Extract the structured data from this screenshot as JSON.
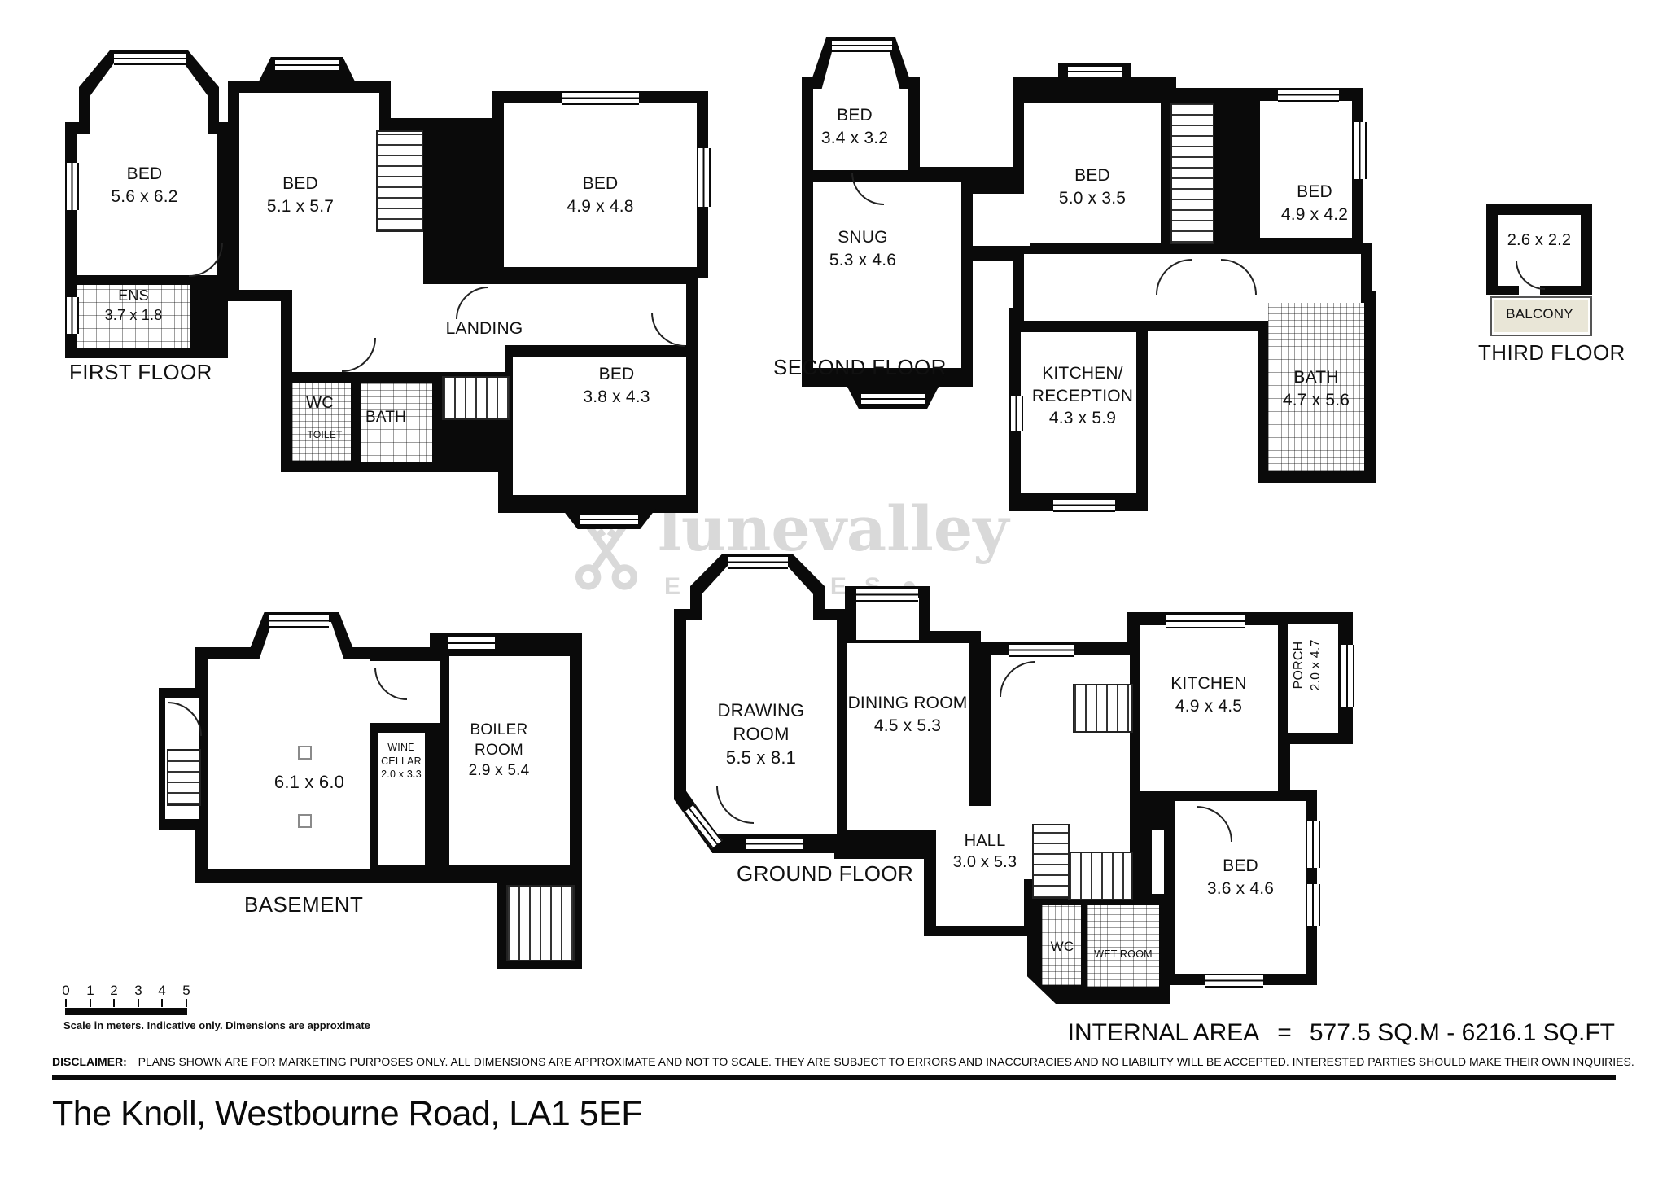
{
  "property": {
    "title": "The Knoll, Westbourne Road, LA1 5EF",
    "internal_area_label": "INTERNAL AREA",
    "internal_area_equals": "=",
    "internal_area_value": "577.5 SQ.M - 6216.1 SQ.FT"
  },
  "watermark": {
    "name": "lunevalley",
    "subtitle": "ESTATES",
    "icon": "crossed-keys"
  },
  "scale_bar": {
    "ticks": [
      "0",
      "1",
      "2",
      "3",
      "4",
      "5"
    ],
    "caption": "Scale in meters. Indicative only. Dimensions are approximate"
  },
  "disclaimer": {
    "label": "DISCLAIMER:",
    "text": "PLANS SHOWN ARE FOR MARKETING PURPOSES ONLY. ALL DIMENSIONS ARE APPROXIMATE AND NOT TO SCALE. THEY ARE SUBJECT TO ERRORS AND INACCURACIES AND NO LIABILITY WILL BE ACCEPTED. INTERESTED PARTIES SHOULD MAKE THEIR OWN INQUIRIES."
  },
  "floors": {
    "first": {
      "label": "FIRST FLOOR",
      "rooms": {
        "bed1": {
          "lines": [
            "BED",
            "5.6 x 6.2"
          ]
        },
        "bed2": {
          "lines": [
            "BED",
            "5.1 x 5.7"
          ]
        },
        "bed3": {
          "lines": [
            "BED",
            "4.9 x 4.8"
          ]
        },
        "bed4": {
          "lines": [
            "BED",
            "3.8 x 4.3"
          ]
        },
        "ens": {
          "lines": [
            "ENS",
            "3.7 x 1.8"
          ]
        },
        "landing": {
          "lines": [
            "LANDING"
          ]
        },
        "wc": {
          "lines": [
            "WC"
          ]
        },
        "toilet": {
          "lines": [
            "TOILET"
          ]
        },
        "bath": {
          "lines": [
            "BATH"
          ]
        }
      }
    },
    "second": {
      "label": "SECOND FLOOR",
      "rooms": {
        "bed1": {
          "lines": [
            "BED",
            "3.4 x 3.2"
          ]
        },
        "snug": {
          "lines": [
            "SNUG",
            "5.3 x 4.6"
          ]
        },
        "bed2": {
          "lines": [
            "BED",
            "5.0 x 3.5"
          ]
        },
        "bed3": {
          "lines": [
            "BED",
            "4.9 x 4.2"
          ]
        },
        "kitchen_reception": {
          "lines": [
            "KITCHEN/",
            "RECEPTION",
            "4.3 x 5.9"
          ]
        },
        "bath": {
          "lines": [
            "BATH",
            "4.7 x 5.6"
          ]
        }
      }
    },
    "third": {
      "label": "THIRD FLOOR",
      "rooms": {
        "room": {
          "lines": [
            "2.6 x 2.2"
          ]
        },
        "balcony": {
          "lines": [
            "BALCONY"
          ]
        }
      }
    },
    "basement": {
      "label": "BASEMENT",
      "rooms": {
        "cellar": {
          "lines": [
            "6.1 x 6.0"
          ]
        },
        "wine": {
          "lines": [
            "WINE",
            "CELLAR",
            "2.0 x 3.3"
          ]
        },
        "boiler": {
          "lines": [
            "BOILER",
            "ROOM",
            "2.9 x 5.4"
          ]
        }
      }
    },
    "ground": {
      "label": "GROUND FLOOR",
      "rooms": {
        "drawing": {
          "lines": [
            "DRAWING",
            "ROOM",
            "5.5 x 8.1"
          ]
        },
        "dining": {
          "lines": [
            "DINING ROOM",
            "4.5 x 5.3"
          ]
        },
        "kitchen": {
          "lines": [
            "KITCHEN",
            "4.9 x 4.5"
          ]
        },
        "porch": {
          "lines": [
            "PORCH",
            "2.0 x 4.7"
          ]
        },
        "hall": {
          "lines": [
            "HALL",
            "3.0 x 5.3"
          ]
        },
        "bed": {
          "lines": [
            "BED",
            "3.6 x 4.6"
          ]
        },
        "wc": {
          "lines": [
            "WC"
          ]
        },
        "wet_room": {
          "lines": [
            "WET ROOM"
          ]
        }
      }
    }
  },
  "colors": {
    "wall": "#0a0a0a",
    "balcony_fill": "#e9e6d7",
    "watermark": "#d9d9d9"
  }
}
